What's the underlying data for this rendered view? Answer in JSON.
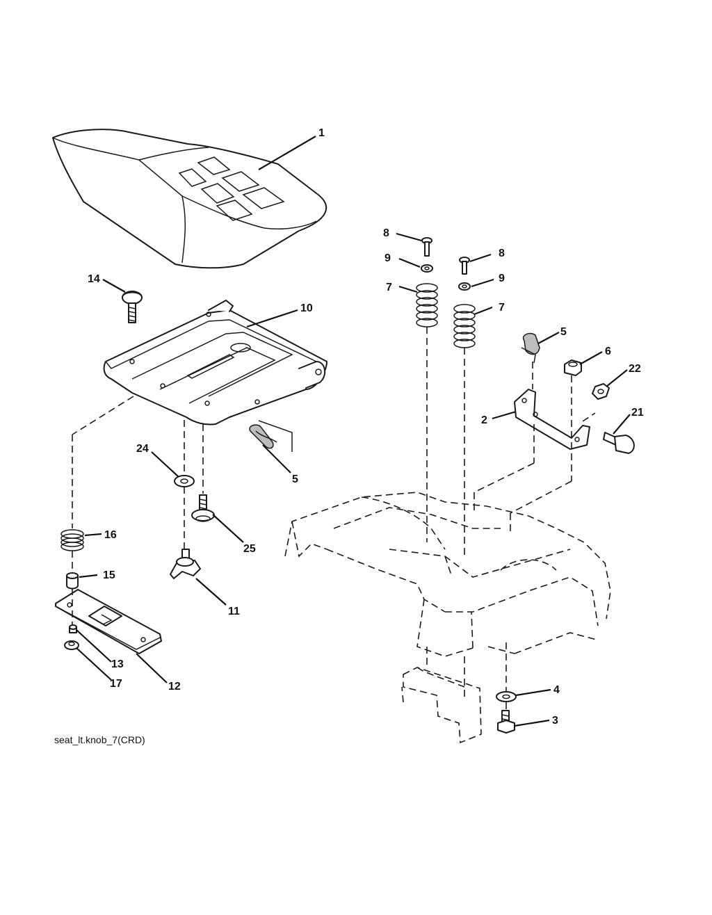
{
  "callouts": {
    "c1": "1",
    "c2": "2",
    "c3": "3",
    "c4": "4",
    "c5a": "5",
    "c5b": "5",
    "c6": "6",
    "c7a": "7",
    "c7b": "7",
    "c8a": "8",
    "c8b": "8",
    "c9a": "9",
    "c9b": "9",
    "c10": "10",
    "c11": "11",
    "c12": "12",
    "c13": "13",
    "c14": "14",
    "c15": "15",
    "c16": "16",
    "c17": "17",
    "c21": "21",
    "c22": "22",
    "c24": "24",
    "c25": "25"
  },
  "caption": "seat_lt.knob_7(CRD)"
}
